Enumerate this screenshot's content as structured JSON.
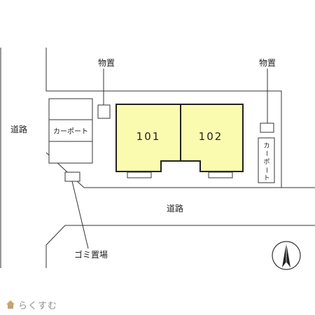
{
  "labels": {
    "storage_left": "物置",
    "storage_right": "物置",
    "road_left": "道路",
    "road_bottom": "道路",
    "carport_left": "カーポート",
    "carport_right": [
      "カ",
      "ー",
      "ポ",
      "ー",
      "ト"
    ],
    "unit_101": "101",
    "unit_102": "102",
    "garbage": "ゴミ置場"
  },
  "colors": {
    "unit_fill": "#fbfbb0",
    "line": "#333333",
    "brand": "#8f8f8f"
  },
  "compass": {
    "icon": "north-arrow-icon"
  },
  "brand": {
    "text": "らくすむ",
    "icon": "house-logo-icon"
  }
}
